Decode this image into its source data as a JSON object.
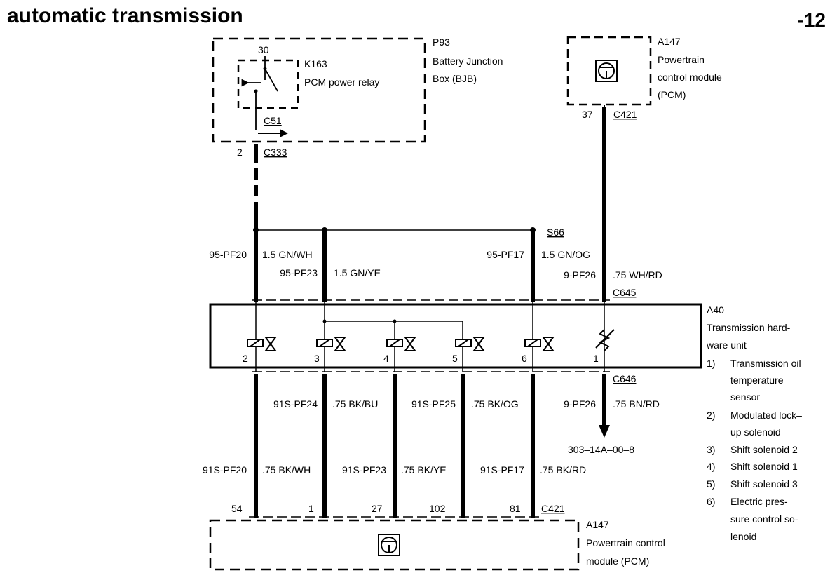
{
  "header": {
    "title": "automatic transmission",
    "page": "-12"
  },
  "relay_box": {
    "ref": "P93",
    "line1": "Battery Junction",
    "line2": "Box (BJB)",
    "relay_ref": "K163",
    "relay_name": "PCM power relay",
    "terminal": "30",
    "connector_c51": "C51",
    "pin": "2",
    "connector": "C333"
  },
  "pcm_top": {
    "ref": "A147",
    "line1": "Powertrain",
    "line2": "control module",
    "line3": "(PCM)",
    "pin": "37",
    "connector": "C421"
  },
  "splice": "S66",
  "upper_wires": [
    {
      "circuit": "95-PF20",
      "spec": "1.5 GN/WH"
    },
    {
      "circuit": "95-PF23",
      "spec": "1.5 GN/YE"
    },
    {
      "circuit": "95-PF17",
      "spec": "1.5 GN/OG"
    },
    {
      "circuit": "9-PF26",
      "spec": ".75 WH/RD"
    }
  ],
  "connector_top": "C645",
  "connector_bottom": "C646",
  "thu": {
    "ref": "A40",
    "line1": "Transmission hard-",
    "line2": "ware unit",
    "pins": [
      "2",
      "3",
      "4",
      "5",
      "6",
      "1"
    ]
  },
  "legend": [
    {
      "num": "1)",
      "lines": [
        "Transmission oil",
        "temperature",
        "sensor"
      ]
    },
    {
      "num": "2)",
      "lines": [
        "Modulated lock–",
        "up solenoid"
      ]
    },
    {
      "num": "3)",
      "lines": [
        "Shift solenoid 2"
      ]
    },
    {
      "num": "4)",
      "lines": [
        "Shift solenoid 1"
      ]
    },
    {
      "num": "5)",
      "lines": [
        "Shift solenoid 3"
      ]
    },
    {
      "num": "6)",
      "lines": [
        "Electric pres-",
        "sure control so-",
        "lenoid"
      ]
    }
  ],
  "lower_wires_upper_row": [
    {
      "circuit": "91S-PF24",
      "spec": ".75 BK/BU"
    },
    {
      "circuit": "91S-PF25",
      "spec": ".75 BK/OG"
    },
    {
      "circuit": "9-PF26",
      "spec": ".75 BN/RD"
    }
  ],
  "lower_wires_lower_row": [
    {
      "circuit": "91S-PF20",
      "spec": ".75 BK/WH"
    },
    {
      "circuit": "91S-PF23",
      "spec": ".75 BK/YE"
    },
    {
      "circuit": "91S-PF17",
      "spec": ".75 BK/RD"
    }
  ],
  "ground_ref": "303–14A–00–8",
  "pcm_bottom": {
    "pins": [
      "54",
      "1",
      "27",
      "102",
      "81"
    ],
    "connector": "C421",
    "ref": "A147",
    "line1": "Powertrain control",
    "line2": "module (PCM)"
  }
}
